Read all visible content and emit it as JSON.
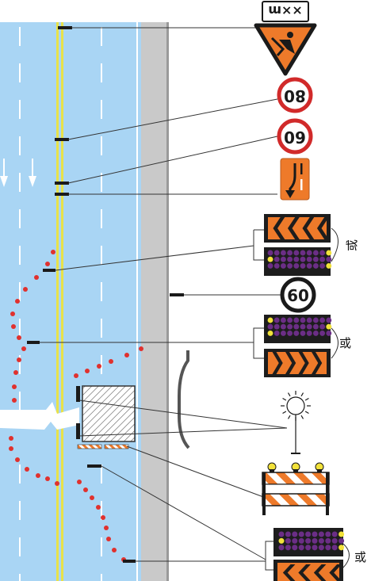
{
  "colors": {
    "road": "#a9d5f4",
    "shoulder": "#c8c8c8",
    "center_line": "#e8e24a",
    "cone": "#e0312e",
    "warning_orange": "#ee7a2a",
    "sign_dark": "#1a1a1a",
    "arrow_panel_bg": "#1d1d1d",
    "led_purple": "#6b2e86",
    "led_yellow": "#f2e23a",
    "barrier_white": "#ffffff",
    "leader": "#333333"
  },
  "signs": {
    "distance_plate": "××m",
    "speed_80": "80",
    "speed_60_upper": "60",
    "speed_60_lower": "60"
  },
  "labels": {
    "or_1": "或",
    "or_2": "或",
    "or_3": "或"
  },
  "icons": {
    "work_sign": "roadwork-warning-icon",
    "lane_shift": "lane-shift-arrow-icon",
    "light": "warning-light-icon",
    "chevron_left": "chevron-left-panel",
    "chevron_right": "chevron-right-panel",
    "led": "led-arrow-panel"
  }
}
